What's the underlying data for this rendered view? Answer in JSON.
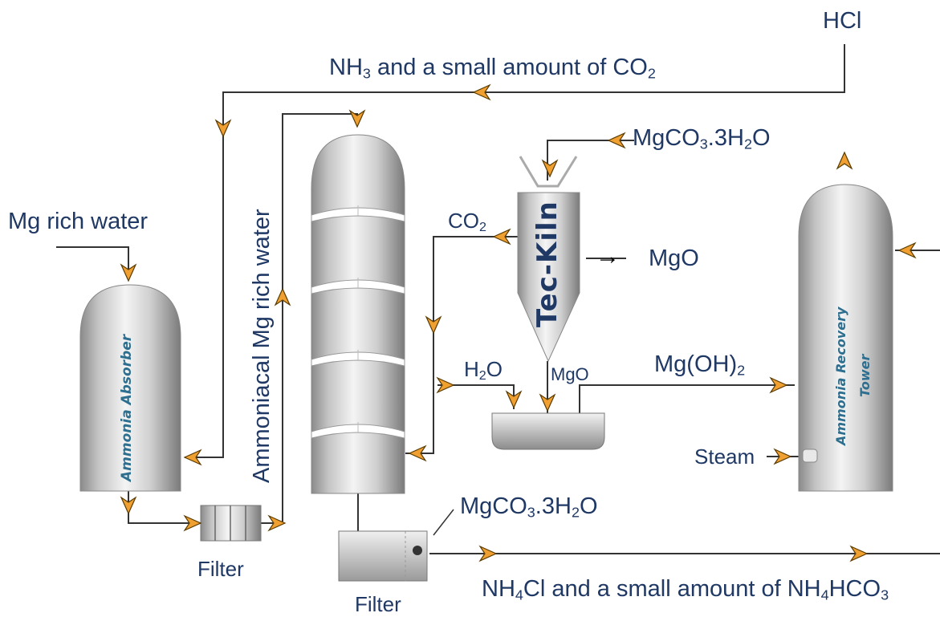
{
  "labels": {
    "hcl": "HCl",
    "nh3_co2": {
      "a": "NH",
      "a_sub": "3",
      "b": " and a small amount of CO",
      "b_sub": "2"
    },
    "mgco3_top": {
      "a": "MgCO",
      "a_sub": "3",
      "b": ".3H",
      "b_sub": "2",
      "c": "O"
    },
    "mg_rich_water": "Mg rich water",
    "ammoniacal_water": "Ammoniacal Mg rich water",
    "co2": {
      "a": "CO",
      "a_sub": "2"
    },
    "mgo_out": "MgO",
    "h2o": {
      "a": "H",
      "a_sub": "2",
      "b": "O"
    },
    "mgo_small": "MgO",
    "mgoh2": {
      "a": "Mg(OH)",
      "a_sub": "2"
    },
    "steam": "Steam",
    "mgco3_bottom": {
      "a": "MgCO",
      "a_sub": "3",
      "b": ".3H",
      "b_sub": "2",
      "c": "O"
    },
    "filter_left": "Filter",
    "filter_bottom": "Filter",
    "nh4cl": {
      "a": "NH",
      "a_sub": "4",
      "b": "Cl and a small amount of NH",
      "b_sub": "4",
      "c": "HCO",
      "c_sub": "3"
    }
  },
  "vessels": {
    "absorber": "Ammonia Absorber",
    "kiln": "Tec-Kiln",
    "recovery_line1": "Ammonia Recovery",
    "recovery_line2": "Tower"
  },
  "colors": {
    "arrow_fill": "#f0a030",
    "line": "#333333",
    "label_text": "#1f3864",
    "vessel_text": "#2e6e8e"
  }
}
